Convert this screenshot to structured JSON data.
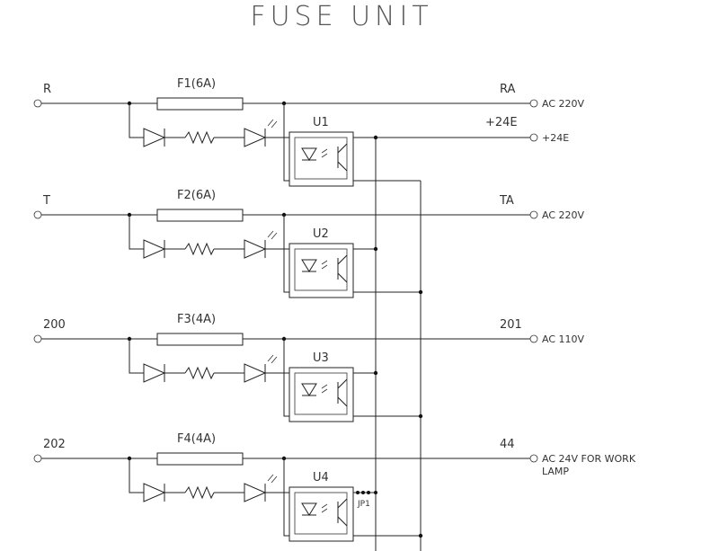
{
  "title": "FUSE  UNIT",
  "units": [
    {
      "input": "R",
      "fuse": "F1(6A)",
      "coupler": "U1",
      "output": "RA",
      "output_label": "AC 220V"
    },
    {
      "input": "T",
      "fuse": "F2(6A)",
      "coupler": "U2",
      "output": "TA",
      "output_label": "AC 220V"
    },
    {
      "input": "200",
      "fuse": "F3(4A)",
      "coupler": "U3",
      "output": "201",
      "output_label": "AC 110V"
    },
    {
      "input": "202",
      "fuse": "F4(4A)",
      "coupler": "U4",
      "output": "44",
      "output_label": "AC 24V FOR WORK",
      "output_label_2": "LAMP"
    }
  ],
  "supply": {
    "net": "+24E",
    "terminal_label": "+24E"
  },
  "jumper": "JP1"
}
